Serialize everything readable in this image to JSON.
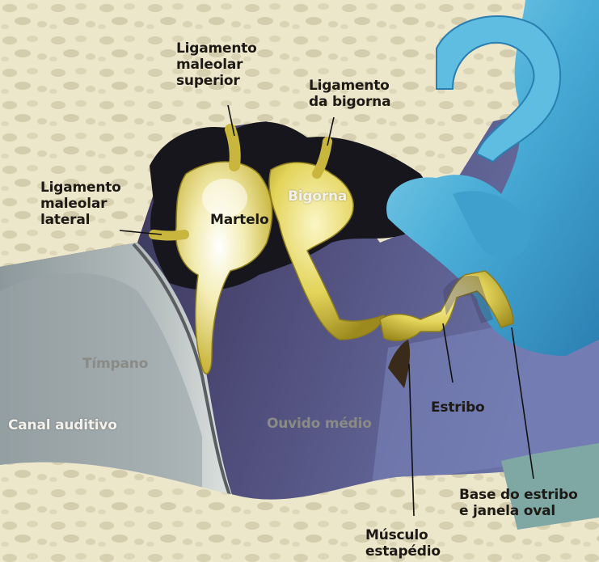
{
  "labels": {
    "lig_maleolar_superior": "Ligamento\nmaleolar\nsuperior",
    "lig_bigorna": "Ligamento\nda bigorna",
    "lig_maleolar_lateral": "Ligamento\nmaleolar\nlateral",
    "martelo": "Martelo",
    "bigorna": "Bigorna",
    "timpano": "Tímpano",
    "canal_auditivo": "Canal auditivo",
    "ouvido_medio": "Ouvido médio",
    "estribo": "Estribo",
    "base_estribo": "Base do estribo\ne janela oval",
    "musculo_estapedio": "Músculo\nestapédio"
  },
  "colors": {
    "bone": "#eae4c8",
    "cavity": "#1c1b22",
    "ossicle": "#dccd52",
    "inner_ear": "#4fb2d8",
    "middle_ear": "#4a4670",
    "tympanum": "#aab3b4",
    "floor": "#7fa7a4"
  }
}
